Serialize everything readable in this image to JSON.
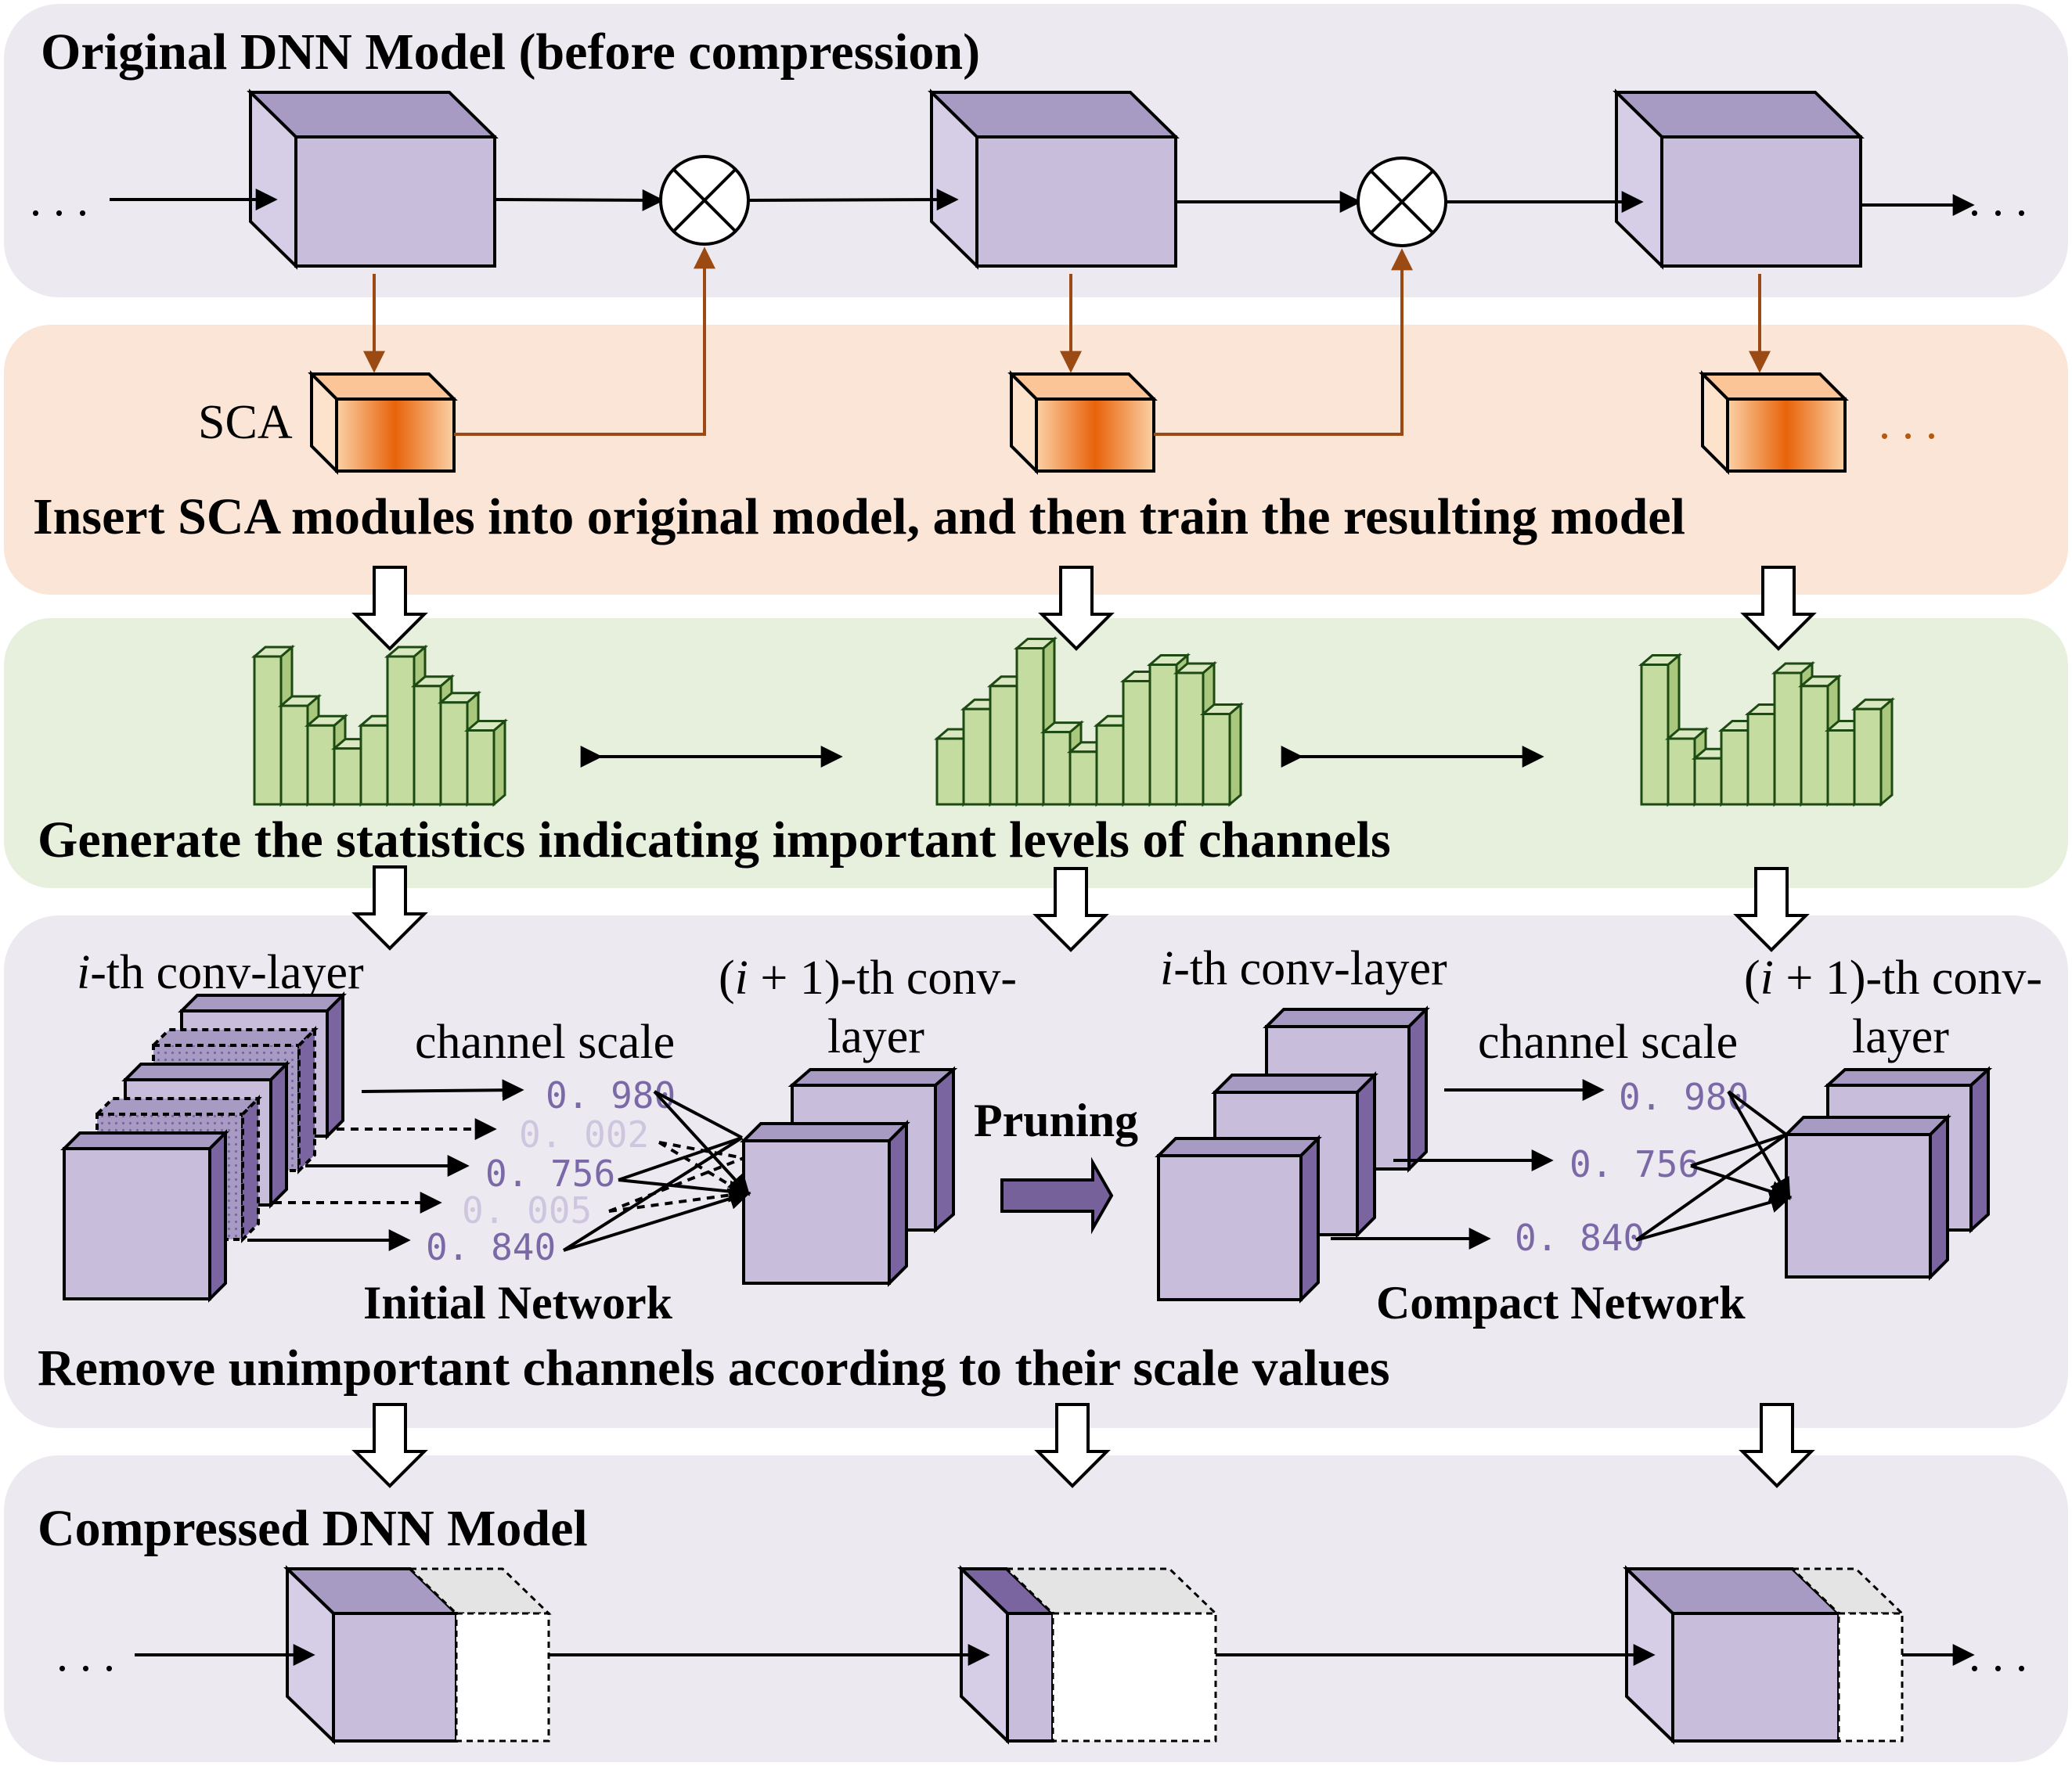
{
  "panels": {
    "original": {
      "title": "Original DNN Model (before compression)",
      "color": "#ece9f1"
    },
    "insert": {
      "title": "Insert SCA modules into original model, and then train the resulting model",
      "color": "#fbe5d6"
    },
    "stats": {
      "title": "Generate the statistics indicating important levels of channels",
      "color": "#e7f0dd"
    },
    "prune": {
      "title": "Remove unimportant channels according to their scale values",
      "color": "#ece9f1"
    },
    "compressed": {
      "title": "Compressed DNN Model",
      "color": "#ece9f1"
    }
  },
  "labels": {
    "sca": "SCA",
    "ellipsis": ". . .",
    "ith_left_i": "i",
    "ith_left_rest": "-th conv-layer",
    "next_left_line1_pre": "(",
    "next_left_line1_i": "i",
    "next_left_line1_rest": " + 1)-th conv-",
    "next_left_line2": "layer",
    "channel_scale_left": "channel scale",
    "initial_network": "Initial Network",
    "pruning": "Pruning",
    "ith_right_i": "i",
    "ith_right_rest": "-th conv-layer",
    "next_right_line1_pre": "(",
    "next_right_line1_i": "i",
    "next_right_line1_rest": " + 1)-th conv-",
    "next_right_line2": "layer",
    "channel_scale_right": "channel scale",
    "compact_network": "Compact Network"
  },
  "scales_left": [
    "0. 980",
    "0. 002",
    "0. 756",
    "0. 005",
    "0. 840"
  ],
  "scales_right": [
    "0. 980",
    "0. 756",
    "0. 840"
  ],
  "histograms": [
    [
      0.9,
      0.6,
      0.48,
      0.34,
      0.48,
      0.9,
      0.72,
      0.62,
      0.45
    ],
    [
      0.4,
      0.58,
      0.72,
      0.95,
      0.44,
      0.32,
      0.48,
      0.75,
      0.85,
      0.8,
      0.55
    ],
    [
      0.85,
      0.4,
      0.28,
      0.45,
      0.55,
      0.8,
      0.72,
      0.45,
      0.58
    ]
  ],
  "colors": {
    "block_front": "#c8bedb",
    "block_top": "#a89bc3",
    "block_dark": "#7a65a0",
    "sca_orange": "#e8630a",
    "sca_light": "#fdd9b5",
    "bar_green": "#c5dca0",
    "bar_stroke": "#1d4a12",
    "arrow_purple": "#76619a",
    "sca_link": "#9a4a12"
  }
}
